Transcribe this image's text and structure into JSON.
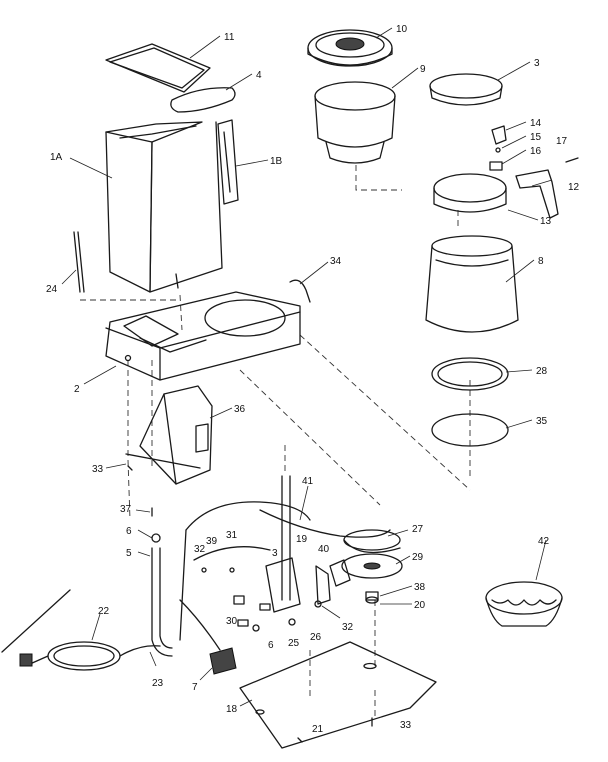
{
  "callouts": [
    {
      "id": "p11",
      "label": "11"
    },
    {
      "id": "p4",
      "label": "4"
    },
    {
      "id": "p10",
      "label": "10"
    },
    {
      "id": "p9",
      "label": "9"
    },
    {
      "id": "p3",
      "label": "3"
    },
    {
      "id": "p1a",
      "label": "1A"
    },
    {
      "id": "p1b",
      "label": "1B"
    },
    {
      "id": "p14",
      "label": "14"
    },
    {
      "id": "p15",
      "label": "15"
    },
    {
      "id": "p16",
      "label": "16"
    },
    {
      "id": "p17",
      "label": "17"
    },
    {
      "id": "p12",
      "label": "12"
    },
    {
      "id": "p13",
      "label": "13"
    },
    {
      "id": "p8",
      "label": "8"
    },
    {
      "id": "p24",
      "label": "24"
    },
    {
      "id": "p34",
      "label": "34"
    },
    {
      "id": "p2",
      "label": "2"
    },
    {
      "id": "p28",
      "label": "28"
    },
    {
      "id": "p35",
      "label": "35"
    },
    {
      "id": "p36",
      "label": "36"
    },
    {
      "id": "p33a",
      "label": "33"
    },
    {
      "id": "p37",
      "label": "37"
    },
    {
      "id": "p41",
      "label": "41"
    },
    {
      "id": "p27",
      "label": "27"
    },
    {
      "id": "p6a",
      "label": "6"
    },
    {
      "id": "p5",
      "label": "5"
    },
    {
      "id": "p39",
      "label": "39"
    },
    {
      "id": "p31",
      "label": "31"
    },
    {
      "id": "p32a",
      "label": "32"
    },
    {
      "id": "p3b",
      "label": "3"
    },
    {
      "id": "p19",
      "label": "19"
    },
    {
      "id": "p40",
      "label": "40"
    },
    {
      "id": "p29",
      "label": "29"
    },
    {
      "id": "p42",
      "label": "42"
    },
    {
      "id": "p38",
      "label": "38"
    },
    {
      "id": "p20",
      "label": "20"
    },
    {
      "id": "p22",
      "label": "22"
    },
    {
      "id": "p30",
      "label": "30"
    },
    {
      "id": "p6b",
      "label": "6"
    },
    {
      "id": "p25",
      "label": "25"
    },
    {
      "id": "p26",
      "label": "26"
    },
    {
      "id": "p32b",
      "label": "32"
    },
    {
      "id": "p23",
      "label": "23"
    },
    {
      "id": "p7",
      "label": "7"
    },
    {
      "id": "p18",
      "label": "18"
    },
    {
      "id": "p21",
      "label": "21"
    },
    {
      "id": "p33b",
      "label": "33"
    }
  ]
}
